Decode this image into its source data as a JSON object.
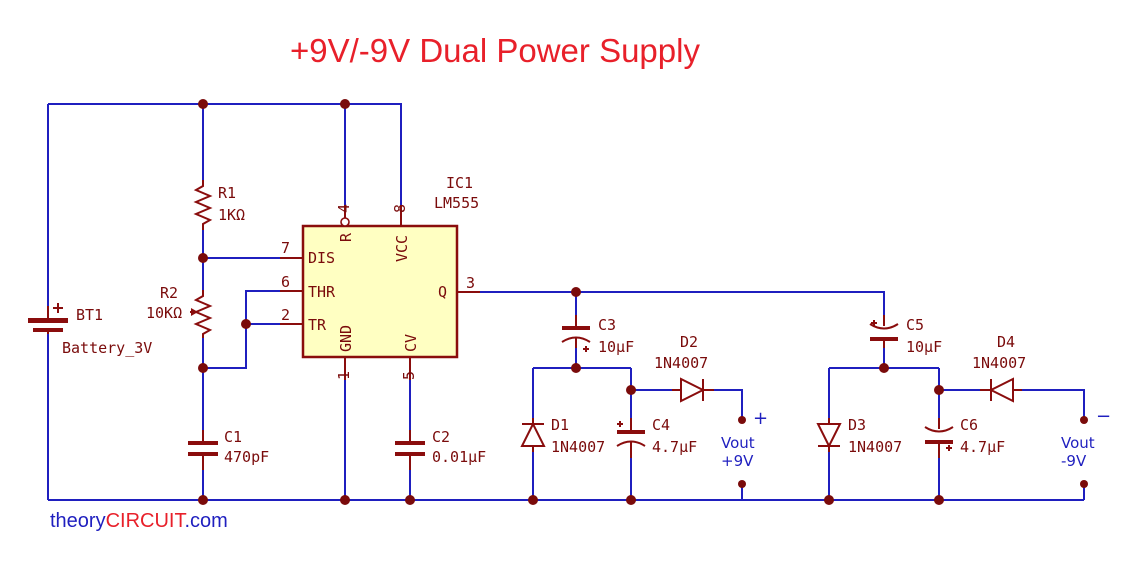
{
  "title": "+9V/-9V Dual Power Supply",
  "brand": {
    "part1": "theory",
    "part2": "CIRCUIT",
    "part3": ".com"
  },
  "colors": {
    "wire": "#1f1fbf",
    "component": "#8a0d0d",
    "title": "#e8202a",
    "ic_fill": "#ffffc2"
  },
  "ic": {
    "ref": "IC1",
    "value": "LM555",
    "pins": {
      "dis": "DIS",
      "thr": "THR",
      "tr": "TR",
      "q": "Q",
      "gnd": "GND",
      "cv": "CV",
      "vcc": "VCC",
      "r": "R",
      "n7": "7",
      "n6": "6",
      "n2": "2",
      "n3": "3",
      "n1": "1",
      "n5": "5",
      "n4": "4",
      "n8": "8"
    }
  },
  "battery": {
    "ref": "BT1",
    "value": "Battery_3V"
  },
  "r1": {
    "ref": "R1",
    "value": "1KΩ"
  },
  "r2": {
    "ref": "R2",
    "value": "10KΩ"
  },
  "c1": {
    "ref": "C1",
    "value": "470pF"
  },
  "c2": {
    "ref": "C2",
    "value": "0.01µF"
  },
  "c3": {
    "ref": "C3",
    "value": "10µF"
  },
  "c4": {
    "ref": "C4",
    "value": "4.7µF"
  },
  "c5": {
    "ref": "C5",
    "value": "10µF"
  },
  "c6": {
    "ref": "C6",
    "value": "4.7µF"
  },
  "d1": {
    "ref": "D1",
    "value": "1N4007"
  },
  "d2": {
    "ref": "D2",
    "value": "1N4007"
  },
  "d3": {
    "ref": "D3",
    "value": "1N4007"
  },
  "d4": {
    "ref": "D4",
    "value": "1N4007"
  },
  "out_pos": {
    "label": "Vout",
    "value": "+9V",
    "sign": "+"
  },
  "out_neg": {
    "label": "Vout",
    "value": "-9V",
    "sign": "−"
  }
}
